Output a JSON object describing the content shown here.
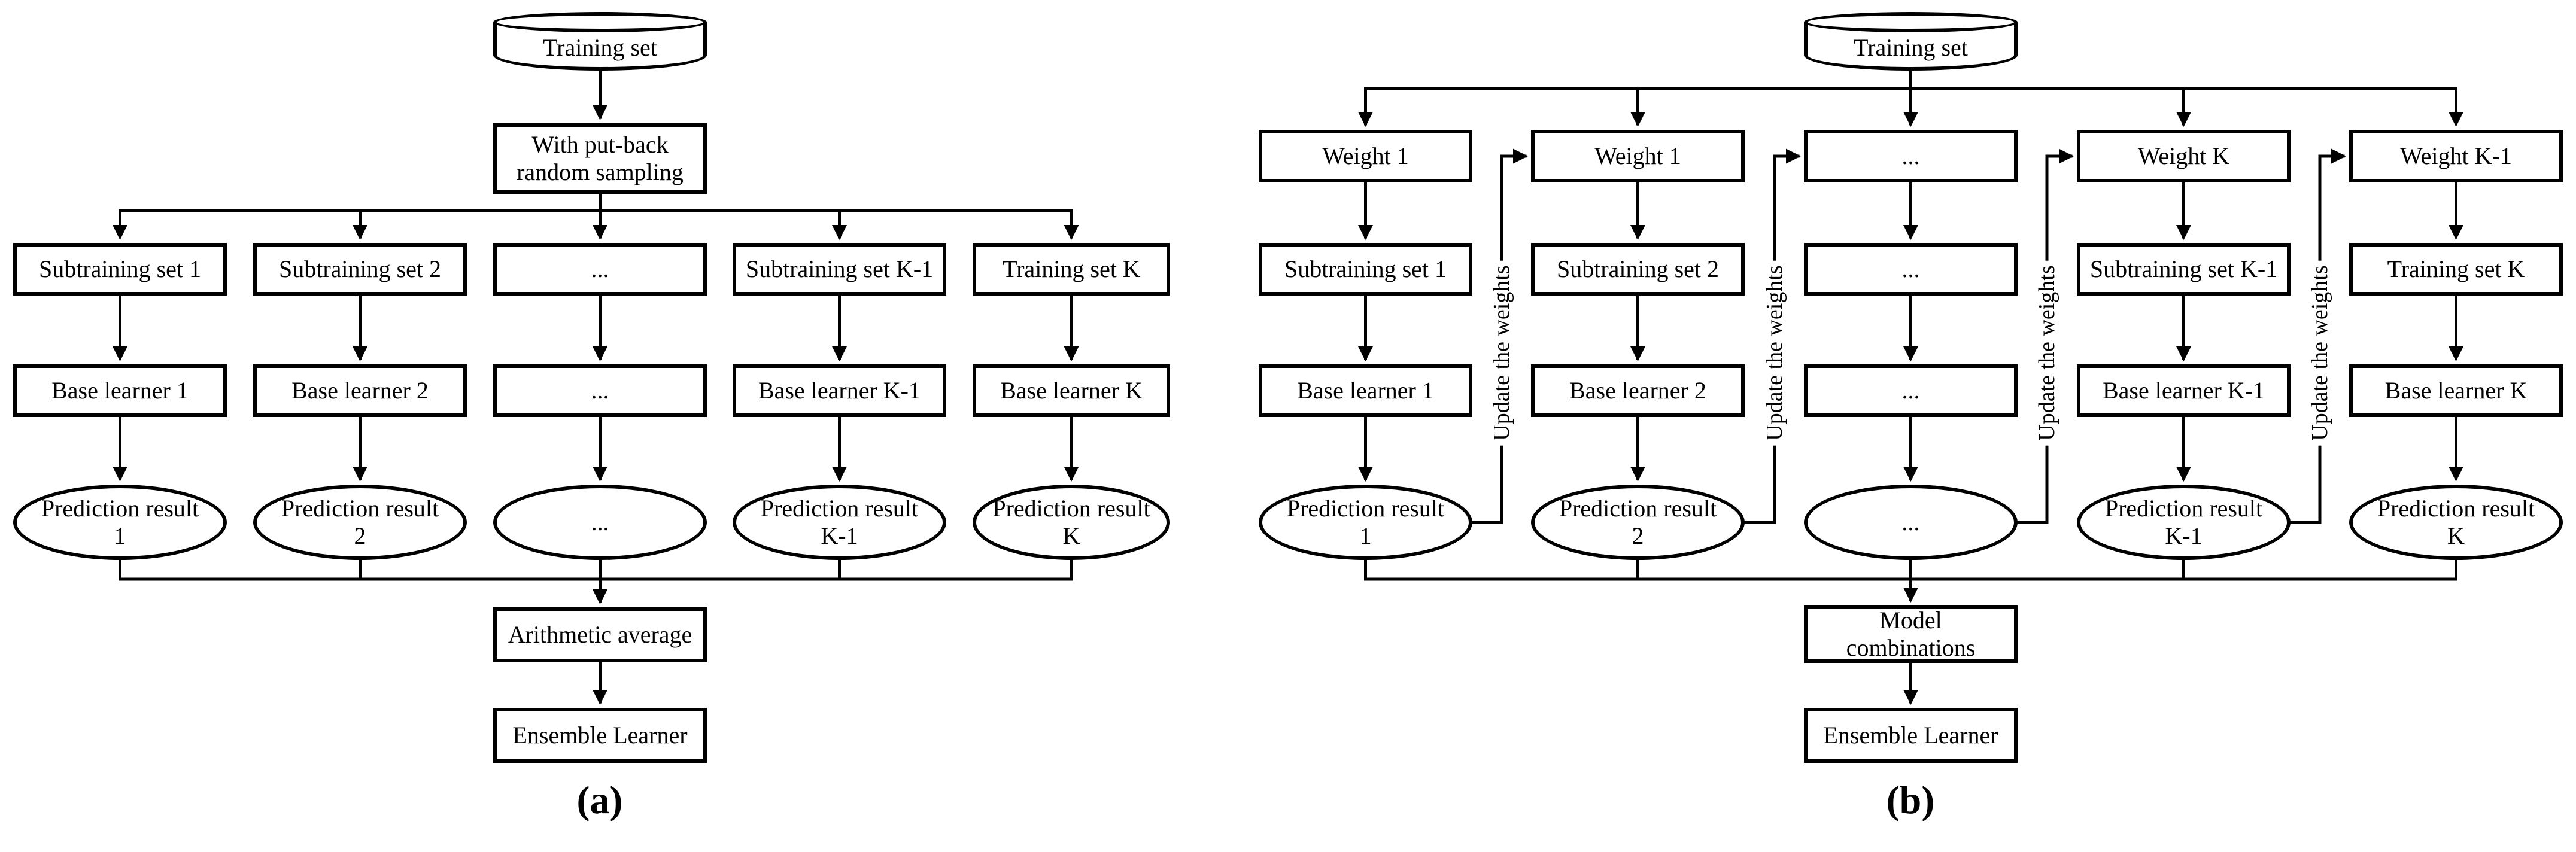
{
  "colors": {
    "line": "#000000",
    "background": "#ffffff"
  },
  "diagram_a": {
    "caption": "(a)",
    "training_set": "Training set",
    "sampling_line1": "With put-back",
    "sampling_line2": "random sampling",
    "aggregator": "Arithmetic average",
    "ensemble": "Ensemble Learner",
    "columns": [
      {
        "set": "Subtraining set 1",
        "learner": "Base learner 1",
        "result1": "Prediction result",
        "result2": "1"
      },
      {
        "set": "Subtraining set 2",
        "learner": "Base learner 2",
        "result1": "Prediction result",
        "result2": "2"
      },
      {
        "set": "...",
        "learner": "...",
        "result1": "...",
        "result2": ""
      },
      {
        "set": "Subtraining set K-1",
        "learner": "Base learner K-1",
        "result1": "Prediction result",
        "result2": "K-1"
      },
      {
        "set": "Training set K",
        "learner": "Base learner K",
        "result1": "Prediction result",
        "result2": "K"
      }
    ]
  },
  "diagram_b": {
    "caption": "(b)",
    "training_set": "Training set",
    "feedback_label": "Update the weights",
    "aggregator_line1": "Model",
    "aggregator_line2": "combinations",
    "ensemble": "Ensemble Learner",
    "columns": [
      {
        "weight": "Weight 1",
        "set": "Subtraining set 1",
        "learner": "Base learner 1",
        "result1": "Prediction result",
        "result2": "1"
      },
      {
        "weight": "Weight 1",
        "set": "Subtraining set 2",
        "learner": "Base learner 2",
        "result1": "Prediction result",
        "result2": "2"
      },
      {
        "weight": "...",
        "set": "...",
        "learner": "...",
        "result1": "...",
        "result2": ""
      },
      {
        "weight": "Weight K",
        "set": "Subtraining set K-1",
        "learner": "Base learner K-1",
        "result1": "Prediction result",
        "result2": "K-1"
      },
      {
        "weight": "Weight K-1",
        "set": "Training set K",
        "learner": "Base learner K",
        "result1": "Prediction result",
        "result2": "K"
      }
    ]
  }
}
